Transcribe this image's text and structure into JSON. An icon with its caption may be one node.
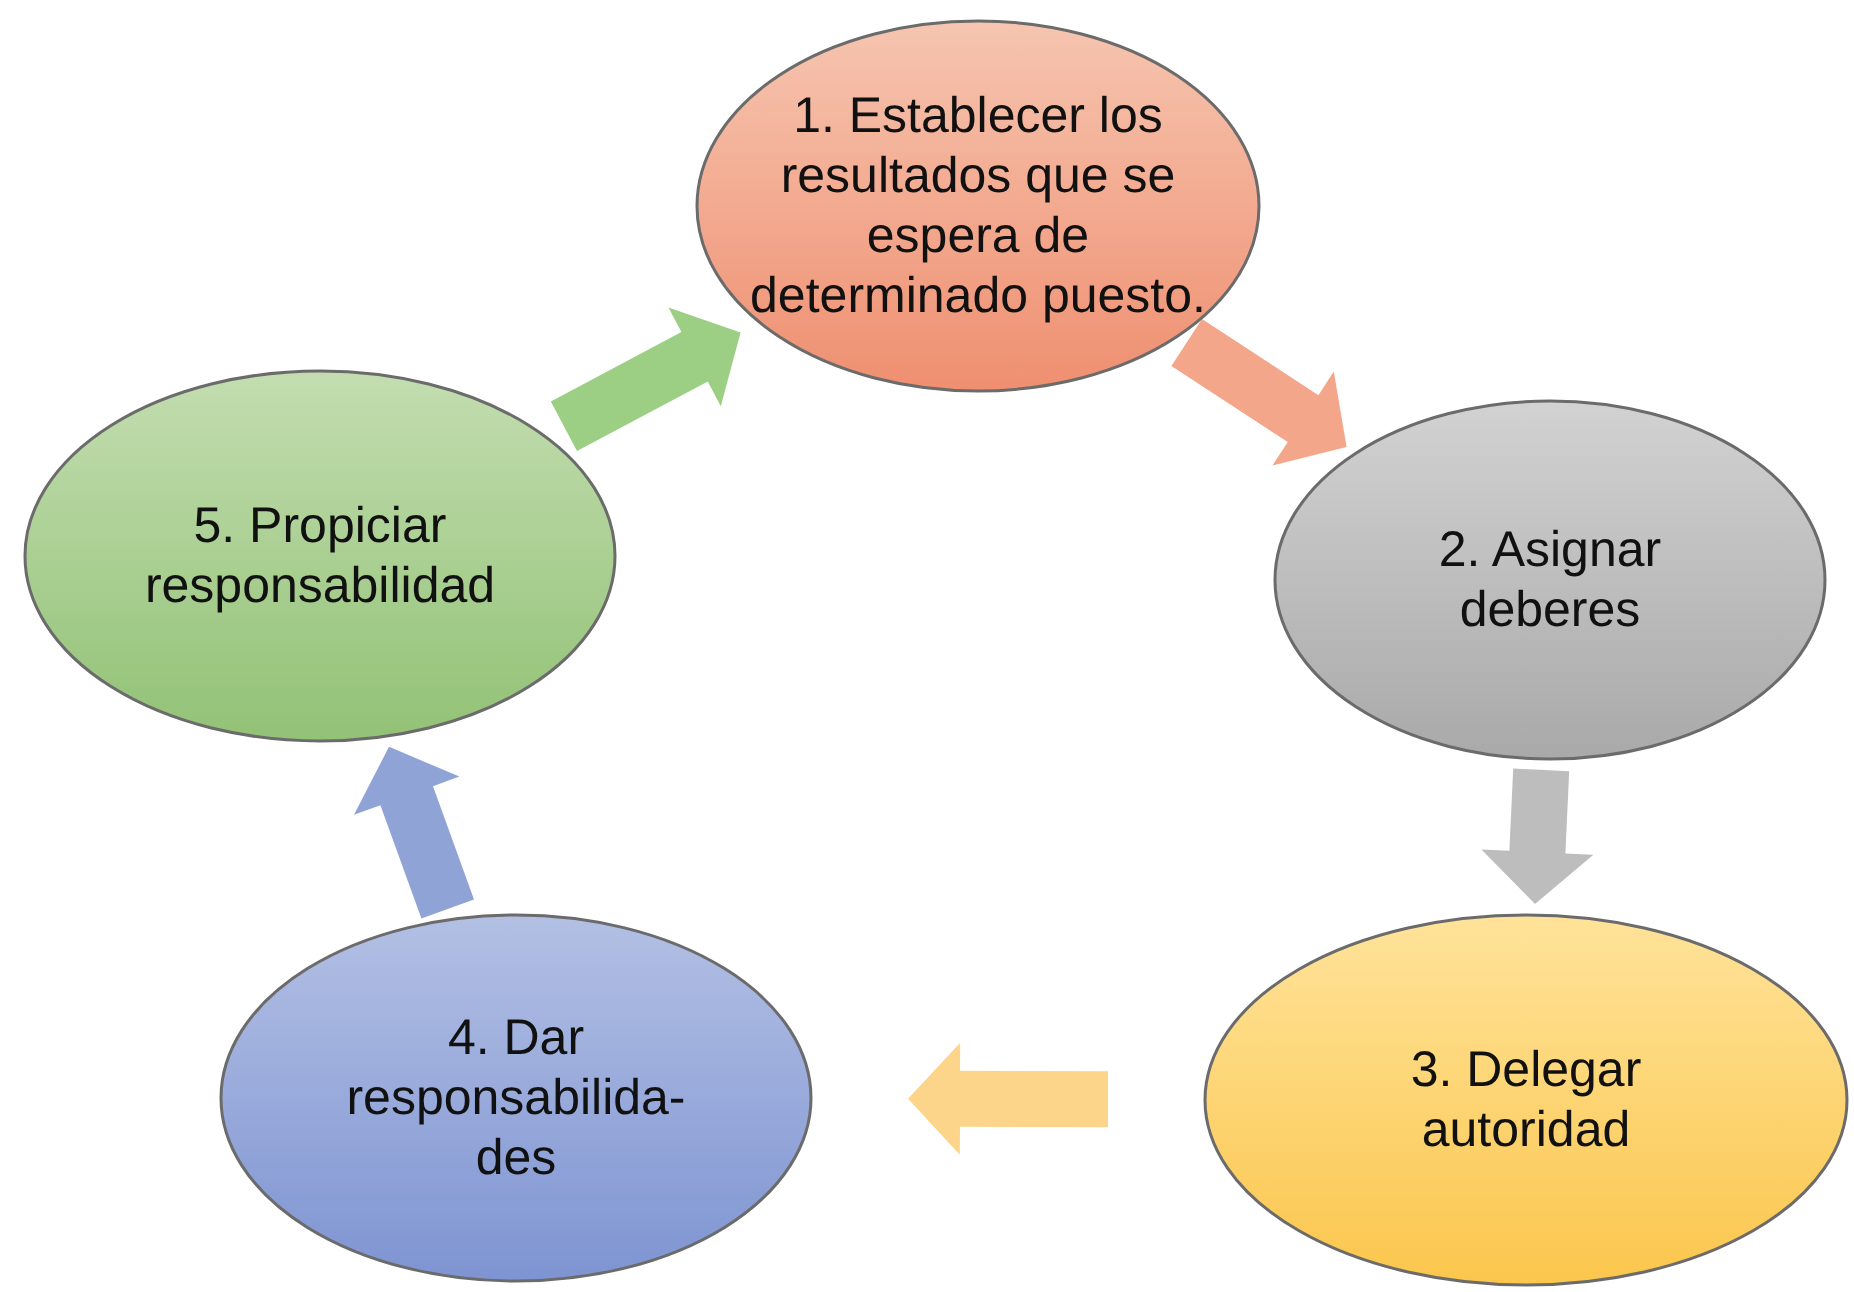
{
  "diagram": {
    "nodes": [
      {
        "text": [
          "1. Establecer los resultados que se espera de determinado puesto."
        ]
      },
      {
        "text": [
          "2. Asignar deberes"
        ]
      },
      {
        "text": [
          "3. Delegar autoridad"
        ]
      },
      {
        "text": [
          "4. Dar responsabilida-des"
        ]
      },
      {
        "text": [
          "5. Propiciar responsabilidad"
        ]
      }
    ],
    "edges": [
      {
        "from": 0,
        "to": 1,
        "arrow": "to",
        "color": "#f4a68a"
      },
      {
        "from": 1,
        "to": 2,
        "arrow": "to",
        "color": "#bdbdbd"
      },
      {
        "from": 2,
        "to": 3,
        "arrow": "to",
        "color": "#fdd58a"
      },
      {
        "from": 3,
        "to": 4,
        "arrow": "to",
        "color": "#8fa3d6"
      },
      {
        "from": 4,
        "to": 0,
        "arrow": "to",
        "color": "#9ccf84"
      }
    ]
  }
}
